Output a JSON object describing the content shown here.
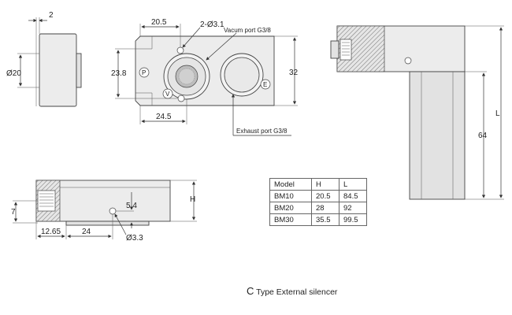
{
  "dimensions": {
    "side_view": {
      "flange": "2",
      "diameter": "Ø20"
    },
    "front_view": {
      "width_top": "20.5",
      "holes": "2-Ø3.1",
      "height_left": "23.8",
      "width_bottom": "24.5",
      "height_right": "32",
      "vacuum_port": "Vacum port G3/8",
      "exhaust_port": "Exhaust port G3/8",
      "marker_p": "P",
      "marker_v": "V",
      "marker_e": "E"
    },
    "bottom_view": {
      "left_height": "7",
      "offset_left": "12.65",
      "offset_mid": "24",
      "hole_height": "5.4",
      "hole_dia": "Ø3.3",
      "height": "H"
    },
    "silencer_view": {
      "length": "L",
      "silencer_length": "64"
    }
  },
  "table": {
    "headers": [
      "Model",
      "H",
      "L"
    ],
    "rows": [
      [
        "BM10",
        "20.5",
        "84.5"
      ],
      [
        "BM20",
        "28",
        "92"
      ],
      [
        "BM30",
        "35.5",
        "99.5"
      ]
    ]
  },
  "caption": {
    "letter": "C",
    "text": "Type External silencer"
  }
}
